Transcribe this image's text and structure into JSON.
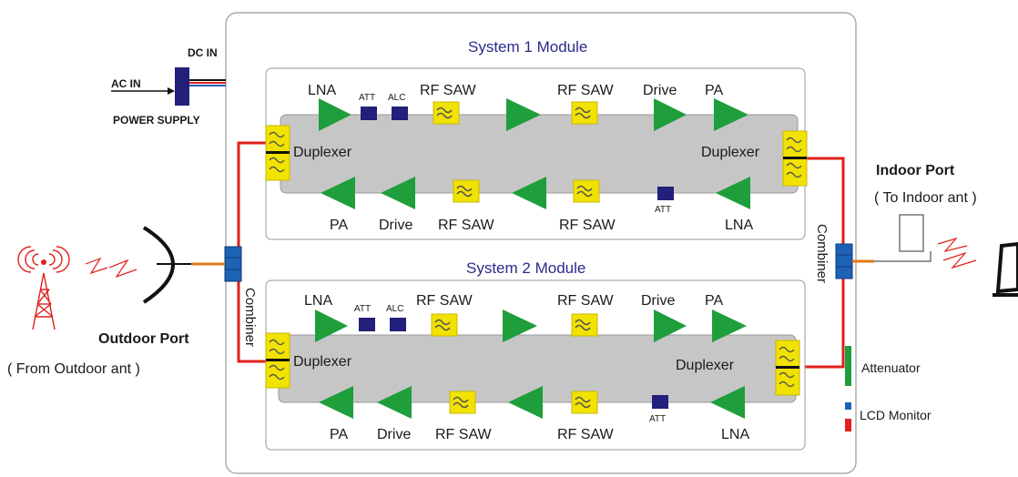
{
  "power": {
    "dc_in": "DC IN",
    "ac_in": "AC IN",
    "power_supply": "POWER SUPPLY"
  },
  "system1": {
    "title": "System 1  Module",
    "top": {
      "lna": "LNA",
      "att": "ATT",
      "alc": "ALC",
      "rfsaw1": "RF SAW",
      "rfsaw2": "RF SAW",
      "drive": "Drive",
      "pa": "PA"
    },
    "duplexer_left": "Duplexer",
    "duplexer_right": "Duplexer",
    "bottom": {
      "pa": "PA",
      "drive": "Drive",
      "rfsaw1": "RF SAW",
      "rfsaw2": "RF SAW",
      "att": "ATT",
      "lna": "LNA"
    }
  },
  "system2": {
    "title": "System 2  Module",
    "top": {
      "lna": "LNA",
      "att": "ATT",
      "alc": "ALC",
      "rfsaw1": "RF SAW",
      "rfsaw2": "RF SAW",
      "drive": "Drive",
      "pa": "PA"
    },
    "duplexer_left": "Duplexer",
    "duplexer_right": "Duplexer",
    "bottom": {
      "pa": "PA",
      "drive": "Drive",
      "rfsaw1": "RF SAW",
      "rfsaw2": "RF SAW",
      "att": "ATT",
      "lna": "LNA"
    }
  },
  "combiner_left": "Combiner",
  "combiner_right": "Combiner",
  "outdoor": {
    "title": "Outdoor Port",
    "subtitle": "( From Outdoor ant )"
  },
  "indoor": {
    "title": "Indoor Port",
    "subtitle": "( To Indoor ant )"
  },
  "legend": {
    "attenuator": "Attenuator",
    "lcd_monitor": "LCD Monitor"
  },
  "colors": {
    "amplifier": "#1f9e3c",
    "filter": "#f2e200",
    "chip": "#22207a",
    "combiner": "#1e62b5",
    "cable": "#e0201c",
    "module_band": "#c6c6c6",
    "title": "#2a2a8c"
  }
}
